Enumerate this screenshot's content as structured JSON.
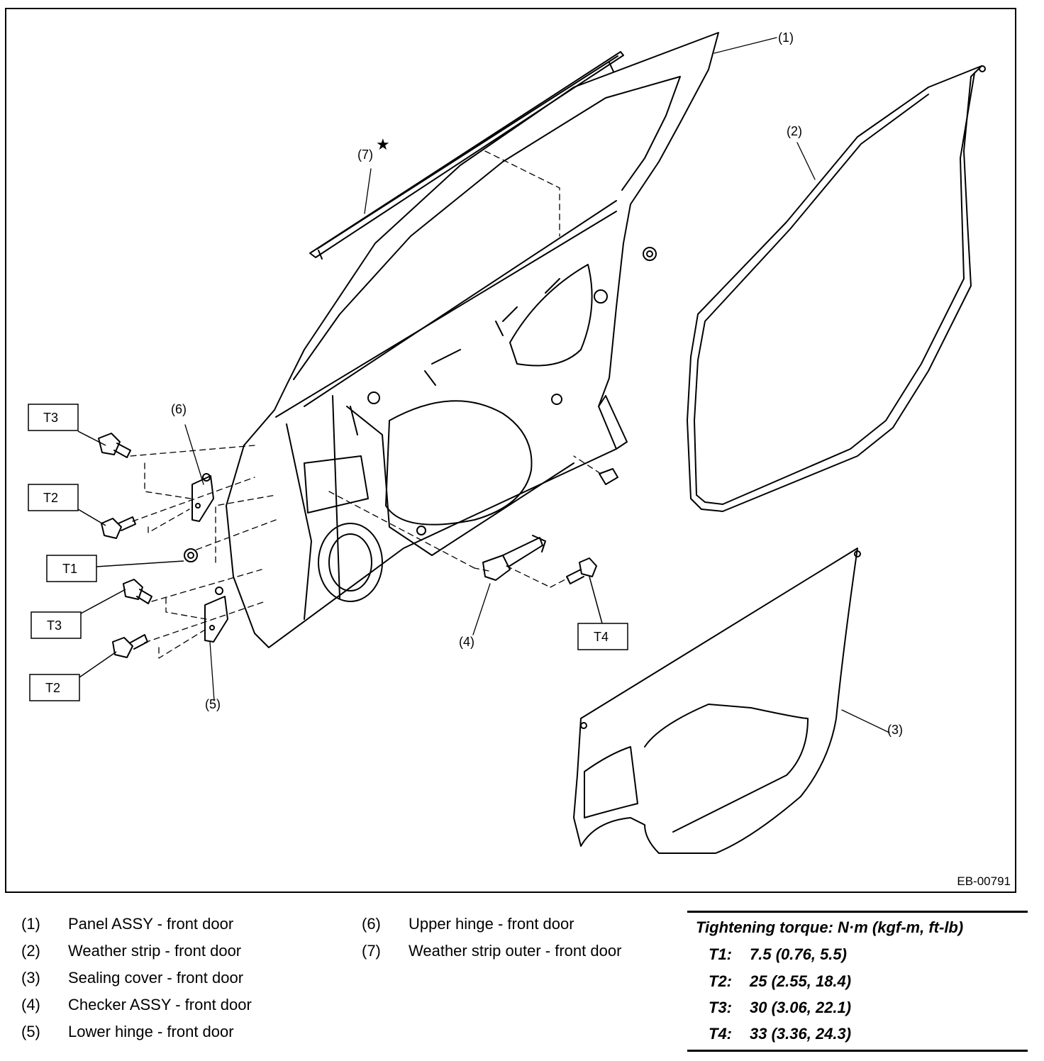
{
  "figure": {
    "id": "EB-00791",
    "callouts": {
      "c1": "(1)",
      "c2": "(2)",
      "c3": "(3)",
      "c4": "(4)",
      "c5": "(5)",
      "c6": "(6)",
      "c7": "(7)",
      "star": "★"
    },
    "torque_boxes": {
      "t3_upper": "T3",
      "t2_upper": "T2",
      "t1": "T1",
      "t3_lower": "T3",
      "t2_lower": "T2",
      "t4": "T4"
    }
  },
  "legend": {
    "items": [
      {
        "num": "(1)",
        "text": "Panel ASSY - front door"
      },
      {
        "num": "(2)",
        "text": "Weather strip - front door"
      },
      {
        "num": "(3)",
        "text": "Sealing cover - front door"
      },
      {
        "num": "(4)",
        "text": "Checker ASSY - front door"
      },
      {
        "num": "(5)",
        "text": "Lower hinge - front door"
      },
      {
        "num": "(6)",
        "text": "Upper hinge - front door"
      },
      {
        "num": "(7)",
        "text": "Weather strip outer - front door"
      }
    ]
  },
  "torque_table": {
    "title": "Tightening torque: N·m (kgf-m, ft-lb)",
    "rows": [
      {
        "code": "T1:",
        "value": "7.5 (0.76, 5.5)"
      },
      {
        "code": "T2:",
        "value": "25 (2.55, 18.4)"
      },
      {
        "code": "T3:",
        "value": "30 (3.06, 22.1)"
      },
      {
        "code": "T4:",
        "value": "33 (3.36, 24.3)"
      }
    ]
  }
}
